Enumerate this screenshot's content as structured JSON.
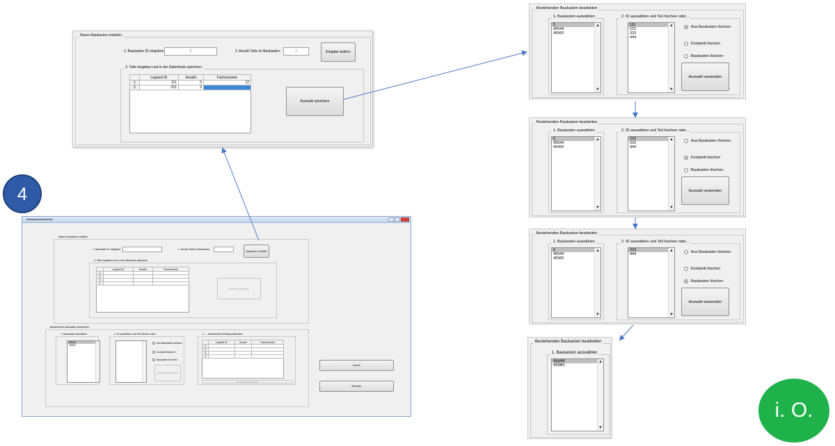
{
  "step_badge": {
    "label": "4",
    "color": "#2e5aa8"
  },
  "result_badge": {
    "label": "i. O.",
    "color": "#1fb14a"
  },
  "arrow_color": "#4a77c4",
  "detail_new_kit": {
    "legend": "Neuen Baukasten erstellen",
    "id_label": "1. Baukasten ID eingeben:",
    "id_value": "5",
    "count_label": "2. Anzahl Teile im Baukasten:",
    "count_value": "2",
    "change_button": "Eingabe ändern",
    "parts_legend": "3. Teile eingeben und in der Datenbank speichern",
    "columns": [
      "Legoteil ID",
      "Anzahl",
      "Fachnummer"
    ],
    "rows": [
      {
        "n": "1",
        "id": "111",
        "qty": "5",
        "slot": "12"
      },
      {
        "n": "2",
        "id": "222",
        "qty": "3",
        "slot": ""
      }
    ],
    "save_button": "Auswahl speichern"
  },
  "edit_steps": [
    {
      "legend": "Bestehenden Baukasten bearbeiten",
      "kit_legend": "1. Baukasten auswählen",
      "kits": [
        "5",
        "45544",
        "45560"
      ],
      "kit_selected": 0,
      "part_legend": "2. ID auswählen und Teil löschen oder...",
      "parts": [
        "111",
        "222",
        "333",
        "444"
      ],
      "part_selected": 0,
      "options": [
        "Aus Baukasten löschen",
        "Komplett löschen",
        "Baukasten löschen"
      ],
      "option_selected": 0,
      "apply_button": "Auswahl anwenden"
    },
    {
      "legend": "Bestehenden Baukasten bearbeiten",
      "kit_legend": "1. Baukasten auswählen",
      "kits": [
        "5",
        "45544",
        "45560"
      ],
      "kit_selected": 0,
      "part_legend": "2. ID auswählen und Teil löschen oder...",
      "parts": [
        "222",
        "333",
        "444"
      ],
      "part_selected": 0,
      "options": [
        "Aus Baukasten löschen",
        "Komplett löschen",
        "Baukasten löschen"
      ],
      "option_selected": 1,
      "apply_button": "Auswahl anwenden"
    },
    {
      "legend": "Bestehenden Baukasten bearbeiten",
      "kit_legend": "1. Baukasten auswählen",
      "kits": [
        "5",
        "45544",
        "45560"
      ],
      "kit_selected": 0,
      "part_legend": "2. ID auswählen und Teil löschen oder...",
      "parts": [
        "333",
        "444"
      ],
      "part_selected": 0,
      "options": [
        "Aus Baukasten löschen",
        "Komplett löschen",
        "Baukasten löschen"
      ],
      "option_selected": 2,
      "apply_button": "Auswahl anwenden"
    }
  ],
  "final_step": {
    "legend": "Bestehenden Baukasten bearbeiten",
    "kit_legend": "1. Baukasten auswählen",
    "kits": [
      "45544",
      "45560"
    ],
    "kit_selected": 0
  },
  "main_window": {
    "title": "BaukastenBearbeiten",
    "new_legend": "Neuen Baukasten erstellen",
    "id_label": "1. Baukasten ID eingeben:",
    "count_label": "2. Anzahl Teile im Baukasten:",
    "save_next_button": "Speichern & Weiter",
    "parts_legend": "3. Teile eingeben und in der Datenbank speichern",
    "columns": [
      "Legoteil ID",
      "Anzahl",
      "Fachnummer"
    ],
    "row_numbers": [
      "1",
      "2",
      "3",
      "4"
    ],
    "save_button": "Auswahl speichern",
    "edit_legend": "Bestehenden Baukasten bearbeiten",
    "kit_legend": "1. Baukasten auswählen",
    "kits": [
      "45544",
      "45560"
    ],
    "part_legend": "2. ID auswählen und Teil löschen oder...",
    "options": [
      "Aus Baukasten löschen",
      "Komplett löschen",
      "Baukasten löschen"
    ],
    "option_selected": 0,
    "apply_button": "Auswahl anwenden",
    "entry_legend": "3. ... bestehenden Eintrag bearbeiten",
    "entry_columns": [
      "Legoteil ID",
      "Anzahl",
      "Fachnummer"
    ],
    "entry_row_numbers": [
      "1",
      "2",
      "3",
      "4"
    ],
    "entry_save_button": "Änderung speichern",
    "back_button": "Zurück",
    "exit_button": "Beenden"
  }
}
